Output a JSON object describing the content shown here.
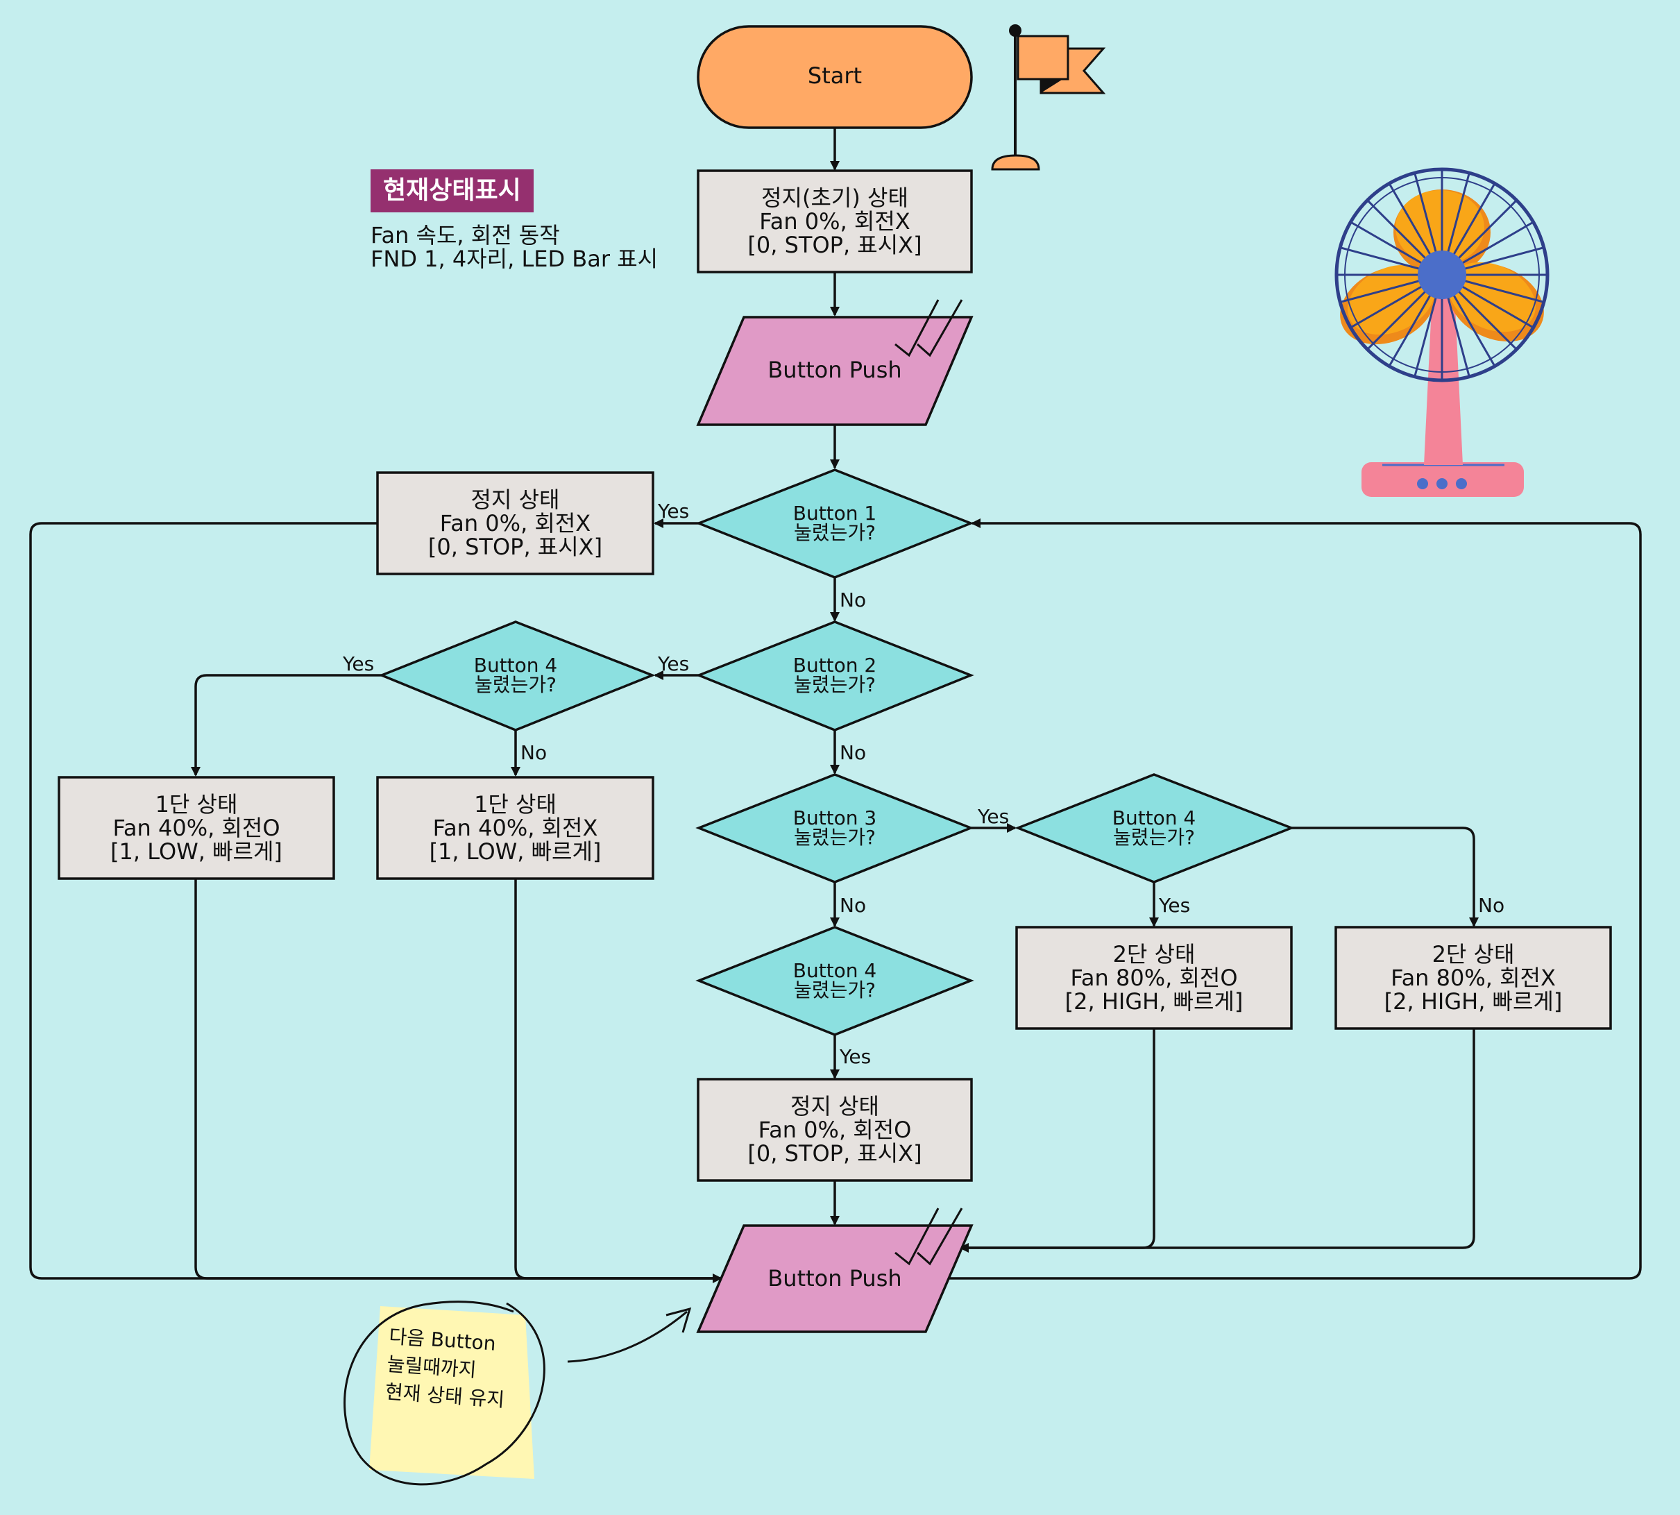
{
  "legend": {
    "title": "현재상태표시",
    "line1": "Fan 속도, 회전 동작",
    "line2": "FND 1, 4자리, LED Bar 표시"
  },
  "nodes": {
    "start": "Start",
    "init": [
      "정지(초기) 상태",
      "Fan 0%, 회전X",
      "[0, STOP, 표시X]"
    ],
    "push1": "Button Push",
    "d_b1": [
      "Button 1",
      "눌렸는가?"
    ],
    "stop1": [
      "정지 상태",
      "Fan 0%, 회전X",
      "[0, STOP, 표시X]"
    ],
    "d_b2": [
      "Button 2",
      "눌렸는가?"
    ],
    "d_b4a": [
      "Button 4",
      "눌렸는가?"
    ],
    "s1o": [
      "1단 상태",
      "Fan 40%, 회전O",
      "[1, LOW, 빠르게]"
    ],
    "s1x": [
      "1단 상태",
      "Fan 40%, 회전X",
      "[1, LOW, 빠르게]"
    ],
    "d_b3": [
      "Button 3",
      "눌렸는가?"
    ],
    "d_b4b": [
      "Button 4",
      "눌렸는가?"
    ],
    "s2o": [
      "2단 상태",
      "Fan 80%, 회전O",
      "[2, HIGH, 빠르게]"
    ],
    "s2x": [
      "2단 상태",
      "Fan 80%, 회전X",
      "[2, HIGH, 빠르게]"
    ],
    "d_b4c": [
      "Button 4",
      "눌렸는가?"
    ],
    "stop2": [
      "정지 상태",
      "Fan 0%, 회전O",
      "[0, STOP, 표시X]"
    ],
    "push2": "Button Push"
  },
  "edges": {
    "yes": "Yes",
    "no": "No"
  },
  "note": [
    "다음 Button",
    "눌릴때까지",
    "현재 상태 유지"
  ],
  "colors": {
    "background": "#c5eeee",
    "terminal": "#ffa965",
    "process": "#e6e2df",
    "io": "#e09ac6",
    "decision": "#8ce0e0",
    "legend_bg": "#95306f",
    "note": "#fff7b3"
  },
  "icons": [
    "flag-icon",
    "electric-fan-icon",
    "checkmark-icon"
  ]
}
